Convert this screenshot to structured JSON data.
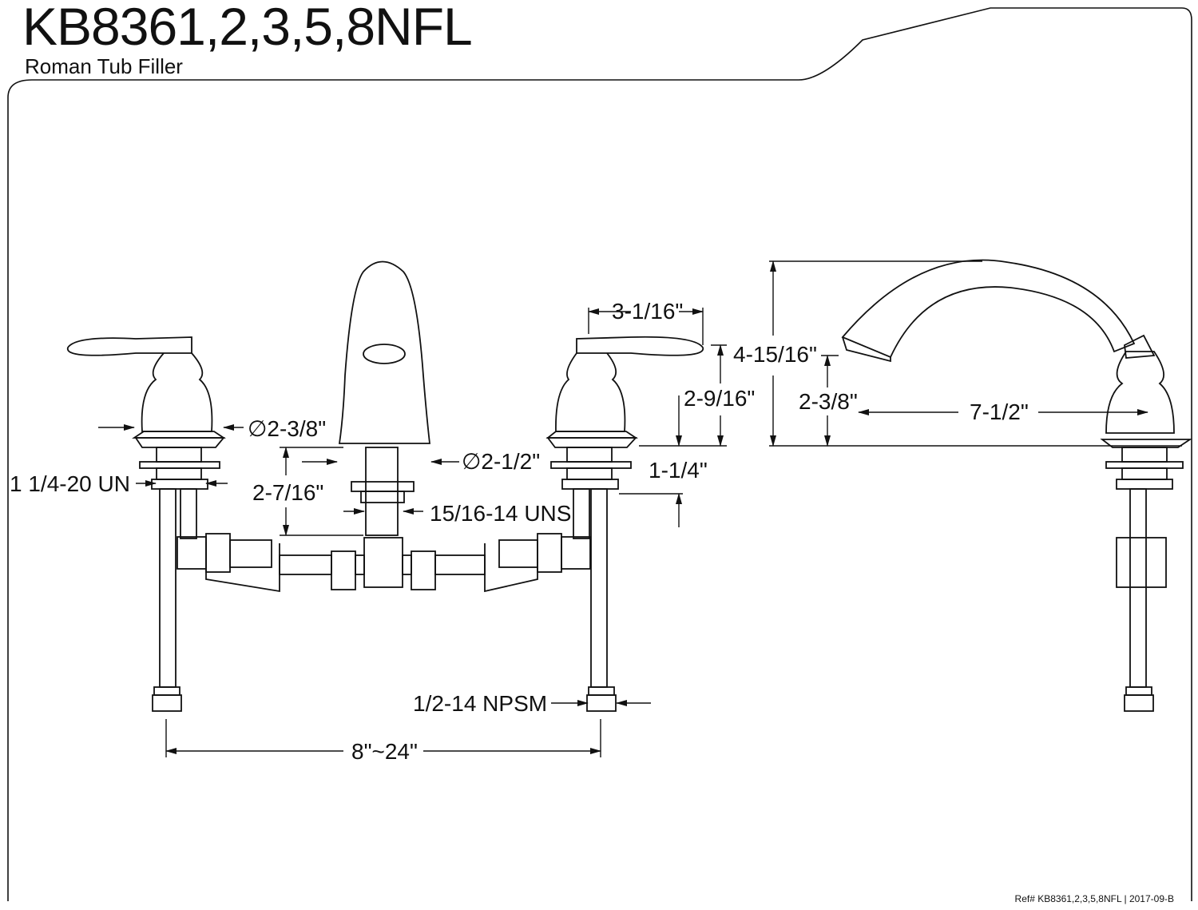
{
  "header": {
    "title": "KB8361,2,3,5,8NFL",
    "subtitle": "Roman Tub Filler"
  },
  "footer": {
    "reference": "Ref# KB8361,2,3,5,8NFL | 2017-09-B"
  },
  "dimensions": {
    "handle_width": "3-1/16\"",
    "spout_height": "4-15/16\"",
    "handle_height": "2-9/16\"",
    "spout_clearance": "2-3/8\"",
    "spout_reach": "7-1/2\"",
    "handle_escutcheon_diameter": "∅2-3/8\"",
    "spout_escutcheon_diameter": "∅2-1/2\"",
    "valve_thread": "1 1/4-20 UN",
    "spout_shank_length": "2-7/16\"",
    "handle_shank_length": "1-1/4\"",
    "spout_thread": "15/16-14 UNS",
    "inlet_thread": "1/2-14 NPSM",
    "center_spread": "8\"~24\""
  },
  "colors": {
    "line": "#111111",
    "background": "#ffffff"
  }
}
